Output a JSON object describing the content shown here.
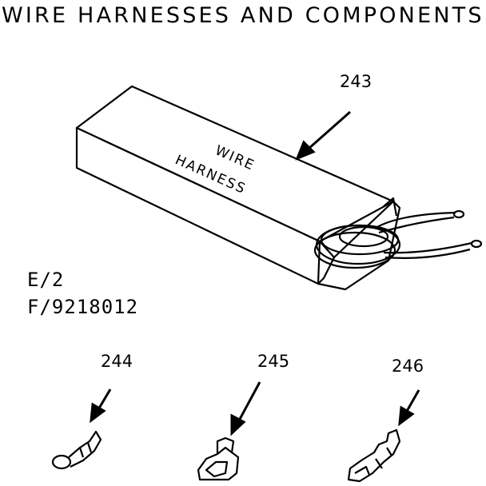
{
  "title": "WIRE HARNESSES AND COMPONENTS",
  "parts": [
    {
      "number": "243",
      "box_text_line1": "WIRE",
      "box_text_line2": "HARNESS"
    },
    {
      "number": "244"
    },
    {
      "number": "245"
    },
    {
      "number": "246"
    }
  ],
  "codes": {
    "line1": "E/2",
    "line2": "F/9218012"
  },
  "icons": {
    "harness_box": "wire-harness-box-icon",
    "terminal_ring": "ring-terminal-icon",
    "terminal_spade": "spade-terminal-icon",
    "terminal_flag": "flag-terminal-icon"
  }
}
